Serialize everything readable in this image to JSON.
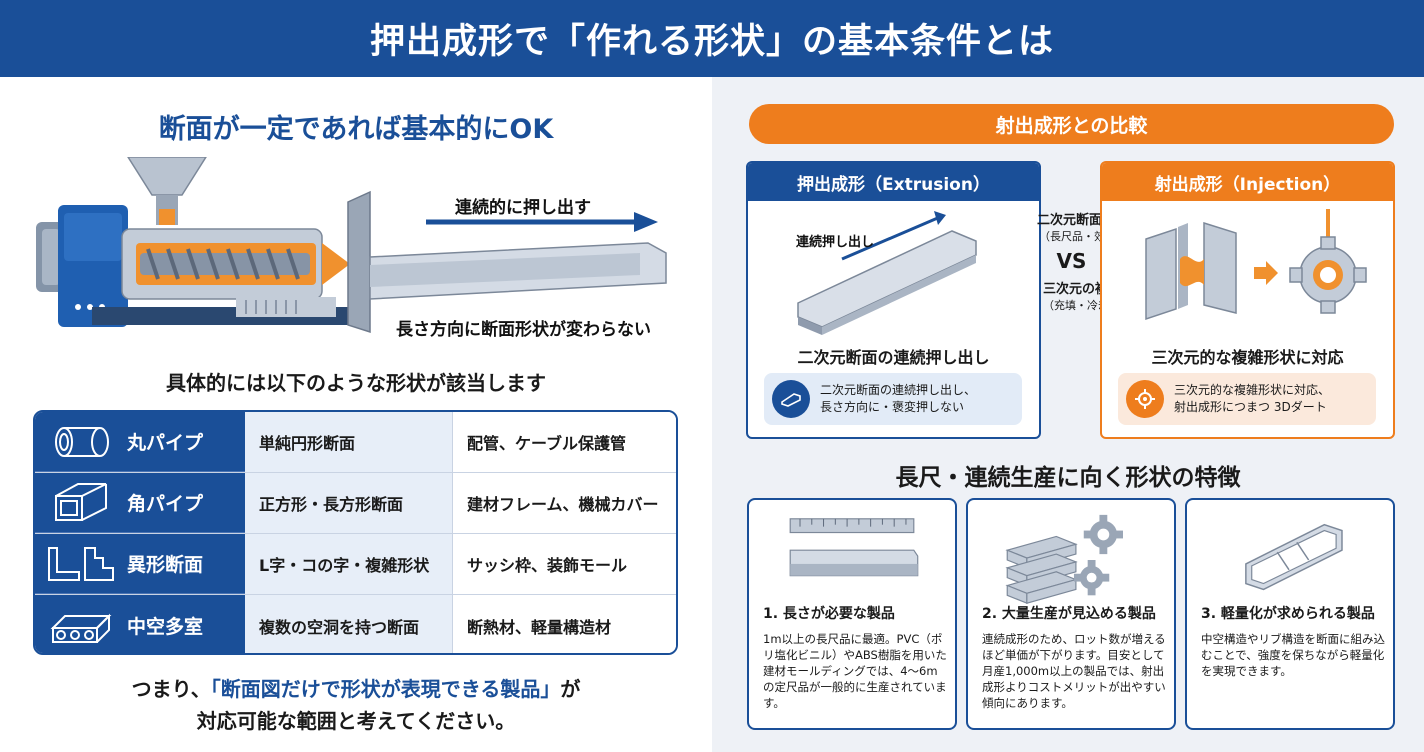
{
  "header": {
    "title": "押出成形で「作れる形状」の基本条件とは"
  },
  "left": {
    "title": "断面が一定であれば基本的にOK",
    "arrow_label": "連続的に押し出す",
    "profile_label": "長さ方向に断面形状が変わらない",
    "subtitle": "具体的には以下のような形状が該当します",
    "rows": [
      {
        "icon": "round-pipe-icon",
        "name": "丸パイプ",
        "section": "単純円形断面",
        "use": "配管、ケーブル保護管"
      },
      {
        "icon": "square-pipe-icon",
        "name": "角パイプ",
        "section": "正方形・長方形断面",
        "use": "建材フレーム、機械カバー"
      },
      {
        "icon": "profile-section-icon",
        "name": "異形断面",
        "section": "L字・コの字・複雑形状",
        "use": "サッシ枠、装飾モール"
      },
      {
        "icon": "multi-hollow-icon",
        "name": "中空多室",
        "section": "複数の空洞を持つ断面",
        "use": "断熱材、軽量構造材"
      }
    ],
    "conclusion_pre": "つまり、",
    "conclusion_hl": "「断面図だけで形状が表現できる製品」",
    "conclusion_post": "が",
    "conclusion_line2": "対応可能な範囲と考えてください。"
  },
  "right": {
    "compare_title": "射出成形との比較",
    "extrusion": {
      "header": "押出成形（Extrusion）",
      "arrow_label": "連続押し出し",
      "caption": "二次元断面の連続押し出し",
      "note_line1": "二次元断面の連続押し出し、",
      "note_line2": "長さ方向に・褒変押しない"
    },
    "vs": {
      "top_title": "二次元断面の連続性",
      "top_sub": "（長尺品・効率生産）",
      "vs_label": "VS",
      "bottom_title": "三次元の複雑性",
      "bottom_sub": "（充填・冷却）"
    },
    "injection": {
      "header": "射出成形（Injection）",
      "caption": "三次元的な複雑形状に対応",
      "note_line1": "三次元的な複雑形状に対応、",
      "note_line2": "射出成形につまつ 3Dダート"
    },
    "features_title": "長尺・連続生産に向く形状の特徴",
    "features": [
      {
        "title": "1. 長さが必要な製品",
        "desc": "1m以上の長尺品に最適。PVC（ポリ塩化ビニル）やABS樹脂を用いた建材モールディングでは、4〜6mの定尺品が一般的に生産されています。"
      },
      {
        "title": "2. 大量生産が見込める製品",
        "desc": "連続成形のため、ロット数が増えるほど単価が下がります。目安として月産1,000m以上の製品では、射出成形よりコストメリットが出やすい傾向にあります。"
      },
      {
        "title": "3. 軽量化が求められる製品",
        "desc": "中空構造やリブ構造を断面に組み込むことで、強度を保ちながら軽量化を実現できます。"
      }
    ]
  },
  "colors": {
    "primary": "#1a4f98",
    "accent": "#ee7d1d",
    "right_bg": "#eef1f6",
    "row_mid": "#e7eef8"
  }
}
